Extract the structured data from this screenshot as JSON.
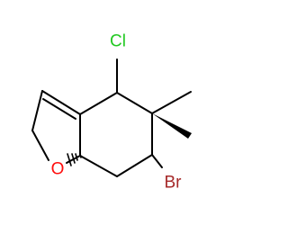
{
  "molecule": {
    "atoms": [
      {
        "id": "Cl",
        "symbol": "Cl",
        "color": "#22c922"
      },
      {
        "id": "O",
        "symbol": "O",
        "color": "#ff0d0d"
      },
      {
        "id": "Br",
        "symbol": "Br",
        "color": "#a62929"
      }
    ],
    "bond_color": "#000000"
  }
}
